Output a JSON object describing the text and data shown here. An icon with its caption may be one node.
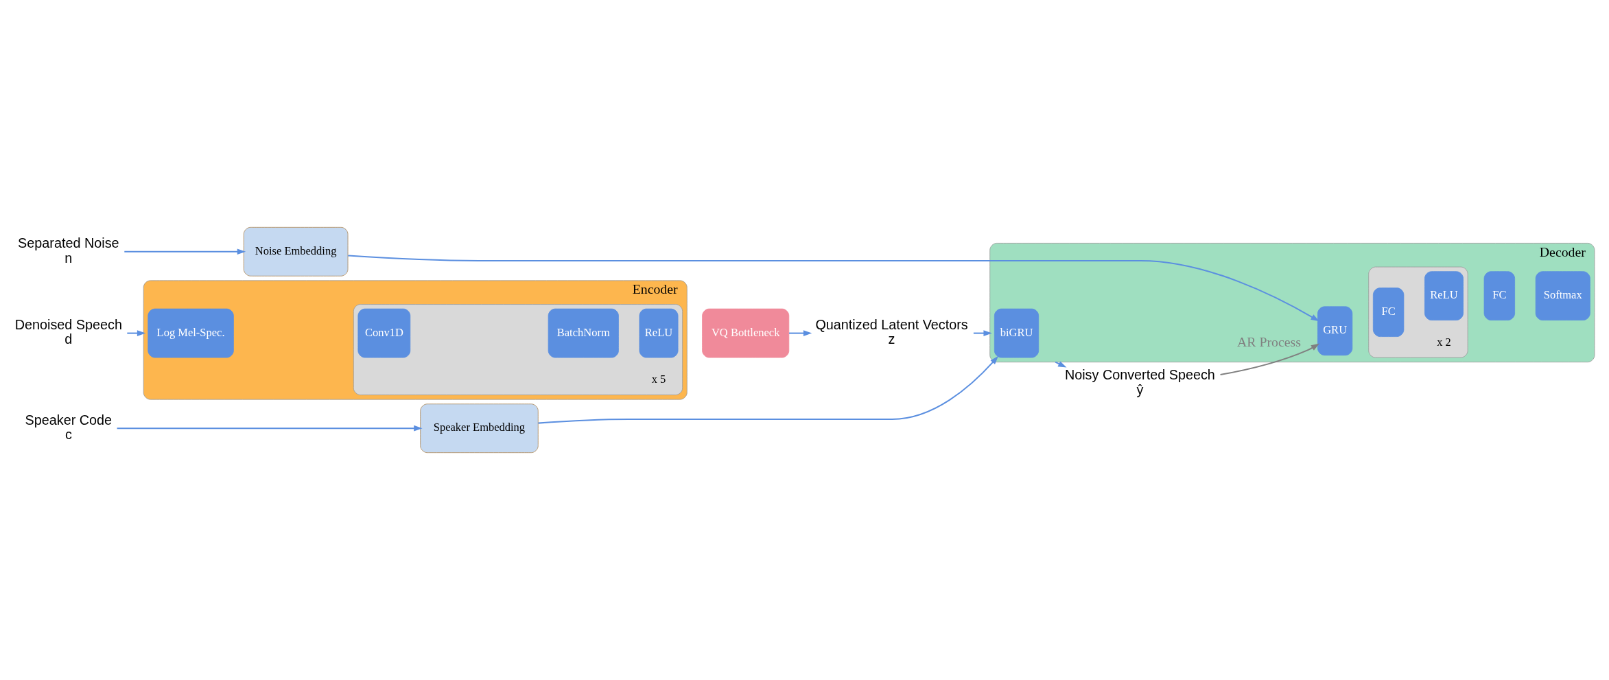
{
  "diagram": {
    "nodes": [
      {
        "text": [
          "Separated Noise",
          "n"
        ]
      },
      {
        "text": [
          "Noise Embedding"
        ]
      },
      {
        "text": [
          "Denoised Speech",
          "d"
        ]
      },
      {
        "text": [
          "Encoder"
        ]
      },
      {
        "text": [
          "Log Mel-Spec."
        ],
        "in": 3
      },
      {
        "text": [],
        "shape": "box",
        "in": 3,
        "beside": [
          "x 5"
        ]
      },
      {
        "text": [
          "Conv1D"
        ],
        "in": 5
      },
      {
        "text": [
          "BatchNorm"
        ],
        "in": 5
      },
      {
        "text": [
          "ReLU"
        ],
        "in": 5
      },
      {
        "text": [
          "VQ Bottleneck"
        ]
      },
      {
        "text": [
          "Quantized Latent Vectors",
          "z"
        ]
      },
      {
        "text": [
          "Decoder"
        ]
      },
      {
        "text": [
          "biGRU"
        ],
        "in": 11
      },
      {
        "text": [
          "GRU"
        ],
        "in": 11
      },
      {
        "text": [],
        "shape": "box",
        "in": 11,
        "beside": [
          "x 2"
        ]
      },
      {
        "text": [
          "FC"
        ],
        "in": 14
      },
      {
        "text": [
          "ReLU"
        ],
        "in": 14
      },
      {
        "text": [
          "FC"
        ],
        "in": 11
      },
      {
        "text": [
          "Softmax"
        ],
        "in": 11
      },
      {
        "text": [
          "Noisy Converted Speech",
          "ŷ"
        ]
      },
      {
        "text": [
          "Speaker Code",
          "c"
        ]
      },
      {
        "text": [
          "Speaker Embedding"
        ]
      }
    ],
    "edges": [
      {
        "from": 0,
        "to": 1,
        "arrow": "to"
      },
      {
        "from": 1,
        "to": 13,
        "arrow": "to"
      },
      {
        "from": 2,
        "to": 3,
        "arrow": "to"
      },
      {
        "from": 9,
        "to": 10,
        "arrow": "to"
      },
      {
        "from": 10,
        "to": 11,
        "arrow": "to"
      },
      {
        "from": 11,
        "to": 19,
        "arrow": "to"
      },
      {
        "from": 20,
        "to": 21,
        "arrow": "to"
      },
      {
        "from": 21,
        "to": 12,
        "arrow": "to"
      },
      {
        "from": 19,
        "to": 13,
        "arrow": "to",
        "label": "AR Process",
        "color": "#808080"
      }
    ]
  }
}
